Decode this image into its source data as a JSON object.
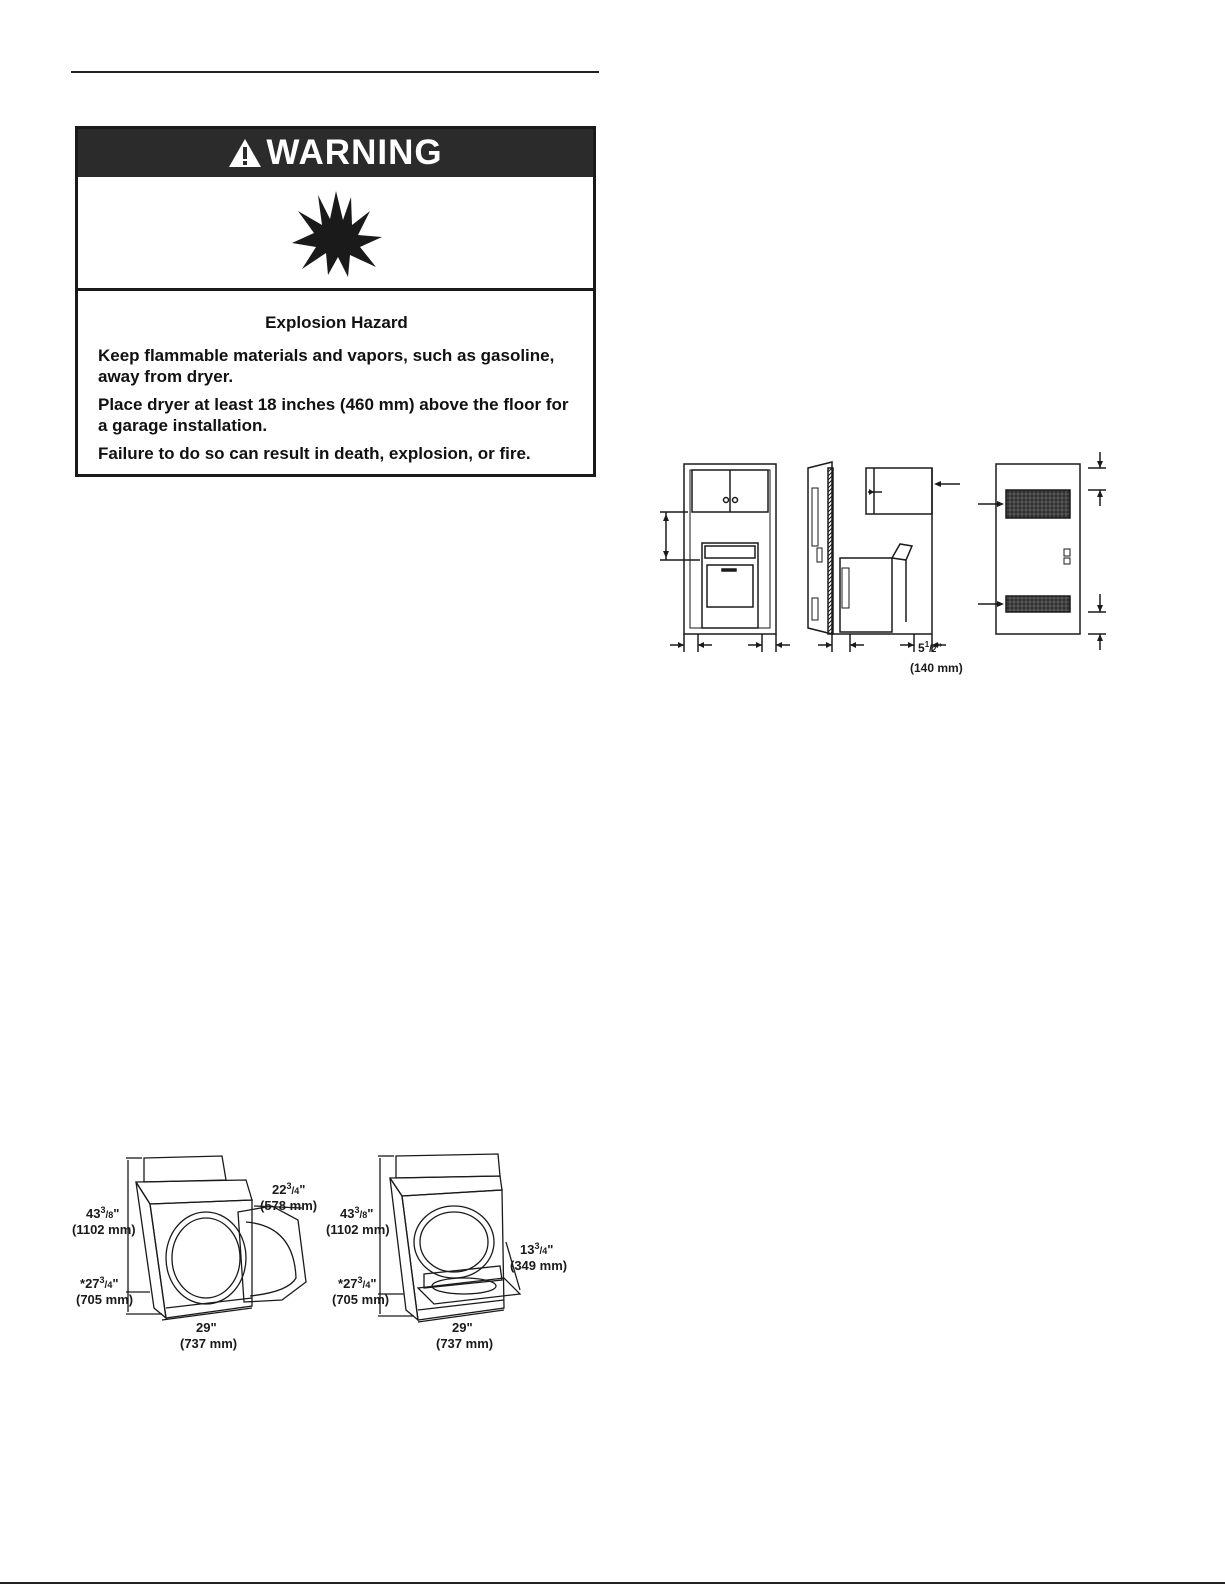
{
  "warning": {
    "title": "WARNING",
    "icons": {
      "header": "alert-triangle-icon",
      "hazard": "explosion-icon"
    },
    "heading": "Explosion Hazard",
    "paragraphs": [
      "Keep flammable materials and vapors, such as gasoline, away from dryer.",
      "Place dryer at least 18 inches (460 mm) above the floor for a garage installation.",
      "Failure to do so can result in death, explosion, or fire."
    ]
  },
  "closet_diagram": {
    "rear_dimension": {
      "whole": "5",
      "num": "1",
      "den": "2",
      "unit": "\"",
      "metric": "(140 mm)"
    }
  },
  "dryer_dimensions": [
    {
      "view": "side-swing-door",
      "height": {
        "whole": "43",
        "num": "3",
        "den": "8",
        "unit": "\"",
        "metric": "(1102 mm)"
      },
      "door_height": {
        "prefix": "*",
        "whole": "27",
        "num": "3",
        "den": "4",
        "unit": "\"",
        "metric": "(705 mm)"
      },
      "width": {
        "text": "29\"",
        "metric": "(737 mm)"
      },
      "door": {
        "whole": "22",
        "num": "3",
        "den": "4",
        "unit": "\"",
        "metric": "(578 mm)"
      }
    },
    {
      "view": "drop-down-door",
      "height": {
        "whole": "43",
        "num": "3",
        "den": "8",
        "unit": "\"",
        "metric": "(1102 mm)"
      },
      "door_height": {
        "prefix": "*",
        "whole": "27",
        "num": "3",
        "den": "4",
        "unit": "\"",
        "metric": "(705 mm)"
      },
      "width": {
        "text": "29\"",
        "metric": "(737 mm)"
      },
      "door": {
        "whole": "13",
        "num": "3",
        "den": "4",
        "unit": "\"",
        "metric": "(349 mm)"
      }
    }
  ]
}
